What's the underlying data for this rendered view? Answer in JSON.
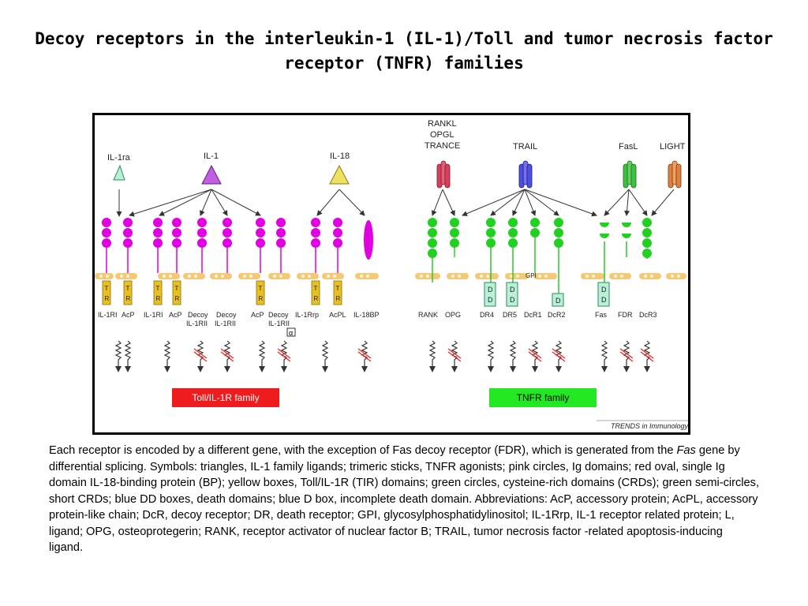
{
  "title": "Decoy receptors in the interleukin-1 (IL-1)/Toll and tumor necrosis factor receptor (TNFR) families",
  "figure": {
    "ligands": {
      "il1ra": "IL-1ra",
      "il1": "IL-1",
      "il18": "IL-18",
      "rankl": "RANKL",
      "opgl": "OPGL",
      "trance": "TRANCE",
      "trail": "TRAIL",
      "fasl": "FasL",
      "light": "LIGHT"
    },
    "domain_labels": {
      "tir_t": "T",
      "tir_r": "R",
      "dd": "D",
      "gpi": "GPI"
    },
    "receptors": {
      "il1ri_1": "IL-1RI",
      "acp_1": "AcP",
      "il1ri_2": "IL-1RI",
      "acp_2": "AcP",
      "decoy_1": "Decoy",
      "il1rii_1": "IL-1RII",
      "decoy_2": "Decoy",
      "il1rii_2": "IL-1RII",
      "acp_3": "AcP",
      "decoy_3": "Decoy",
      "il1rii_3": "IL-1RII",
      "il1rrp": "IL-1Rrp",
      "acpl": "AcPL",
      "il18bp": "IL-18BP",
      "rank": "RANK",
      "opg": "OPG",
      "dr4": "DR4",
      "dr5": "DR5",
      "dcr1": "DcR1",
      "dcr2": "DcR2",
      "fas": "Fas",
      "fdr": "FDR",
      "dcr3": "DcR3"
    },
    "glyph": "α",
    "family_toll": "Toll/IL-1R family",
    "family_tnfr": "TNFR family",
    "credit": "TRENDS in Immunology",
    "colors": {
      "ig": "#e000e0",
      "crd": "#22d022",
      "tir": "#e8c020",
      "dd": "#b8f0d8",
      "membrane": "#f5c878",
      "family_toll": "#ee1c1c",
      "family_tnfr": "#22e822"
    }
  },
  "caption": {
    "part1": "Each receptor is encoded by a different gene, with the exception of Fas decoy receptor (FDR), which is generated from the ",
    "part_fas": "Fas",
    "part2": " gene by differential splicing. Symbols: triangles, IL-1 family ligands; trimeric sticks, TNFR agonists; pink circles, Ig domains; red oval, single Ig domain IL-18-binding protein (BP); yellow boxes, Toll/IL-1R (TIR) domains; green circles, cysteine-rich domains (CRDs); green semi-circles, short CRDs; blue DD boxes, death domains; blue D box, incomplete death domain. Abbreviations: AcP, accessory protein; AcPL, accessory protein-like chain; DcR, decoy receptor; DR, death receptor; GPI, glycosylphosphatidylinositol; IL-1Rrp, IL-1 receptor related protein; L, ligand; OPG, osteoprotegerin; RANK, receptor activator of nuclear factor    B; TRAIL, tumor necrosis factor    -related apoptosis-inducing ligand."
  }
}
